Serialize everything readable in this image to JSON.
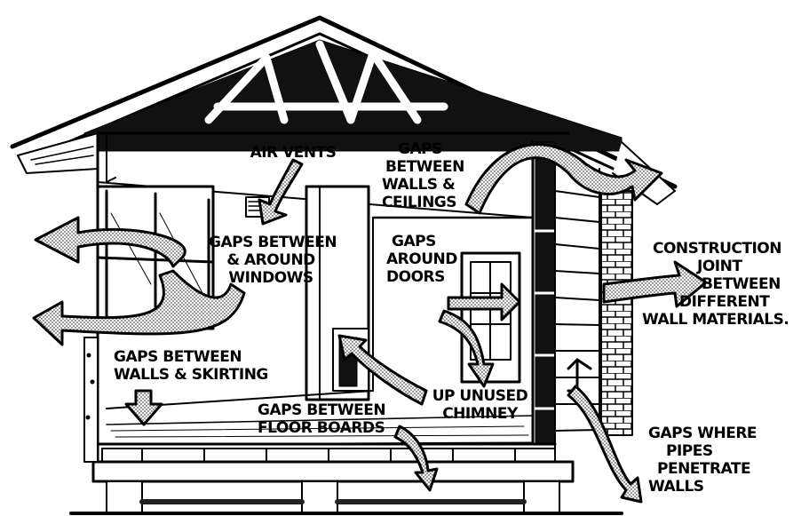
{
  "colors": {
    "ink": "#000000",
    "paper": "#ffffff",
    "arrow_fill": "#bdbdbd"
  },
  "labels": {
    "air_vents": [
      "AIR VENTS"
    ],
    "gaps_walls_ceilings": [
      "GAPS",
      "BETWEEN",
      "WALLS &",
      "CEILINGS"
    ],
    "gaps_windows": [
      "GAPS BETWEEN",
      "& AROUND",
      "WINDOWS"
    ],
    "gaps_doors": [
      "GAPS",
      "AROUND",
      "DOORS"
    ],
    "construction_joint": [
      "CONSTRUCTION",
      "JOINT",
      "BETWEEN",
      "DIFFERENT",
      "WALL MATERIALS."
    ],
    "gaps_skirting": [
      "GAPS BETWEEN",
      "WALLS & SKIRTING"
    ],
    "unused_chimney": [
      "UP UNUSED",
      "CHIMNEY"
    ],
    "gaps_floor_boards": [
      "GAPS BETWEEN",
      "FLOOR BOARDS"
    ],
    "gaps_pipes": [
      "GAPS WHERE",
      "PIPES",
      "PENETRATE",
      "WALLS"
    ]
  }
}
